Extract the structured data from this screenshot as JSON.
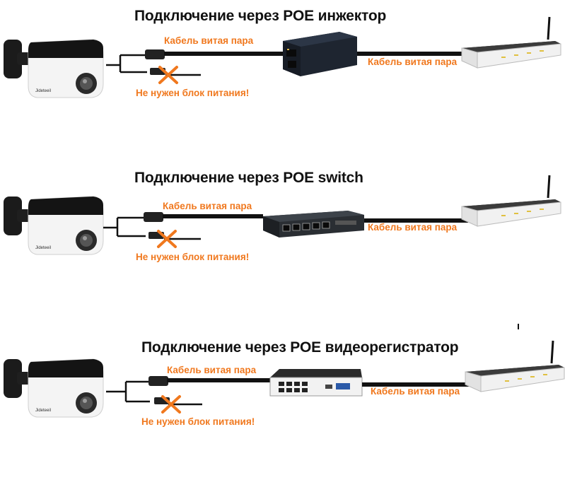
{
  "colors": {
    "label": "#f0781e",
    "cable": "#111111",
    "cross": "#f0781e"
  },
  "scenes": [
    {
      "title": "Подключение через POE инжектор",
      "device": "poe-injector",
      "cable_label_1": "Кабель витая пара",
      "cable_label_2": "Кабель витая пара",
      "warning": "Не нужен блок питания!"
    },
    {
      "title": "Подключение через POE switch",
      "device": "poe-switch",
      "cable_label_1": "Кабель витая пара",
      "cable_label_2": "Кабель витая пара",
      "warning": "Не нужен блок питания!"
    },
    {
      "title": "Подключение через POE видеорегистратор",
      "device": "poe-nvr",
      "cable_label_1": "Кабель витая пара",
      "cable_label_2": "Кабель витая пара",
      "warning": "Не нужен блок питания!"
    }
  ],
  "icons": [
    "camera-icon",
    "router-icon",
    "cross-icon"
  ]
}
